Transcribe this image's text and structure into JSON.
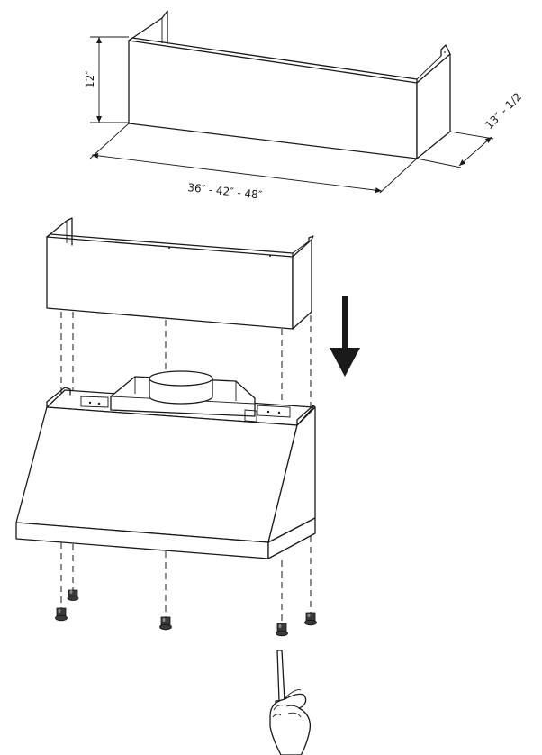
{
  "dimensions": {
    "height": "12″",
    "width": "36″ - 42″ - 48″",
    "depth": "13″ - 1/2"
  },
  "icons": [
    "down-arrow-icon",
    "screw-icon",
    "screwdriver-hand-icon"
  ]
}
